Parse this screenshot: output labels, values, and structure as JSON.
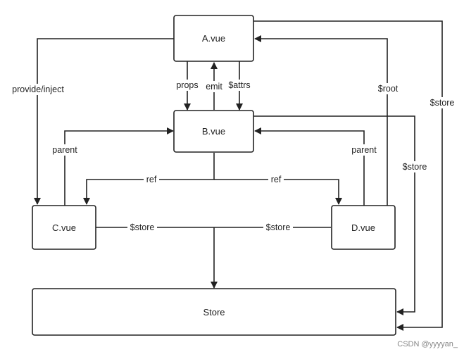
{
  "nodes": {
    "a": "A.vue",
    "b": "B.vue",
    "c": "C.vue",
    "d": "D.vue",
    "store": "Store"
  },
  "edges": {
    "provide_inject": "provide/inject",
    "props": "props",
    "emit": "emit",
    "attrs": "$attrs",
    "root": "$root",
    "store_a": "$store",
    "store_b": "$store",
    "parent_c": "parent",
    "parent_d": "parent",
    "ref_c": "ref",
    "ref_d": "ref",
    "store_c": "$store",
    "store_d": "$store"
  },
  "watermark": "CSDN @yyyyan_",
  "colors": {
    "stroke": "#222222",
    "fill": "#ffffff"
  }
}
